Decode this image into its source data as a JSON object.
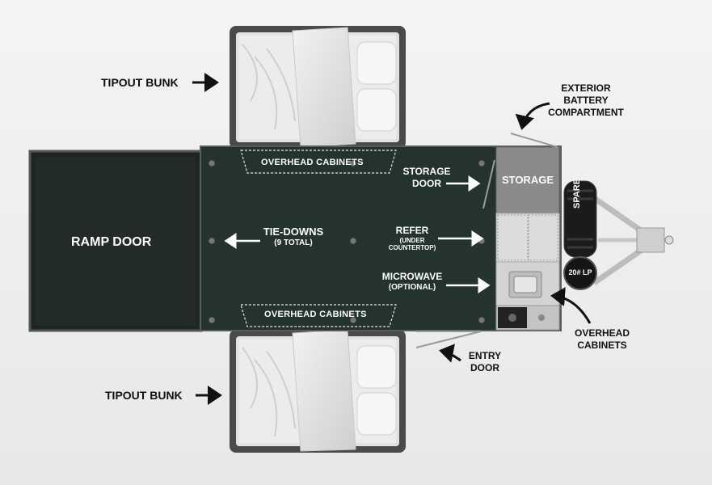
{
  "labels": {
    "tipout_bunk_top": "TIPOUT BUNK",
    "tipout_bunk_bottom": "TIPOUT BUNK",
    "ramp_door": "RAMP DOOR",
    "overhead_cabinets_top": "OVERHEAD CABINETS",
    "overhead_cabinets_bottom": "OVERHEAD CABINETS",
    "tie_downs": "TIE-DOWNS",
    "tie_downs_note": "(9 TOTAL)",
    "storage_door_line1": "STORAGE",
    "storage_door_line2": "DOOR",
    "refer": "REFER",
    "refer_note_line1": "(UNDER",
    "refer_note_line2": "COUNTERTOP)",
    "microwave": "MICROWAVE",
    "microwave_note": "(OPTIONAL)",
    "storage": "STORAGE",
    "spare": "SPARE",
    "lp_tank": "20# LP",
    "exterior_battery_line1": "EXTERIOR",
    "exterior_battery_line2": "BATTERY",
    "exterior_battery_line3": "COMPARTMENT",
    "overhead_cabinets_ext_line1": "OVERHEAD",
    "overhead_cabinets_ext_line2": "CABINETS",
    "entry_door_line1": "ENTRY",
    "entry_door_line2": "DOOR"
  },
  "colors": {
    "floor": "#243230",
    "ramp": "#1e2624",
    "frame": "#4d4d4d",
    "bunk": "#e4e4e4",
    "storage": "#8a8a8a",
    "arrow": "#111111"
  }
}
